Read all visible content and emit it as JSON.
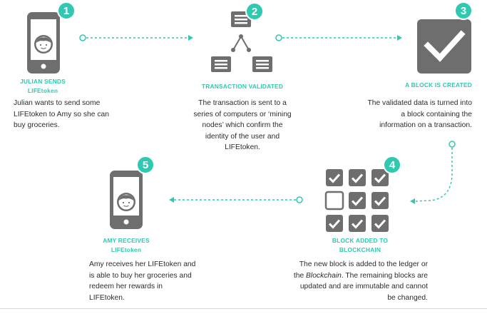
{
  "steps": [
    {
      "number": "1",
      "title": [
        "JULIAN SENDS",
        "LIFEtoken"
      ],
      "description": [
        "Julian wants to send some",
        "LIFEtoken to Amy so she can",
        "buy groceries."
      ]
    },
    {
      "number": "2",
      "title": [
        "TRANSACTION VALIDATED"
      ],
      "description": [
        "The transaction is sent to a",
        "series of computers or ‘mining",
        "nodes’ which confirm the",
        "identity of the user and",
        "LIFEtoken."
      ]
    },
    {
      "number": "3",
      "title": [
        "A BLOCK IS CREATED"
      ],
      "description": [
        "The validated data is turned into",
        "a block containing the",
        "information on a transaction."
      ]
    },
    {
      "number": "4",
      "title": [
        "BLOCK ADDED TO",
        "BLOCKCHAIN"
      ],
      "description": [
        "The new block is added to the ledger or",
        "the ",
        "Blockchain",
        ". The remaining blocks are",
        "updated and are immutable and cannot",
        "be changed."
      ]
    },
    {
      "number": "5",
      "title": [
        "AMY RECEIVES",
        "LIFEtoken"
      ],
      "description": [
        "Amy receives her LIFEtoken and",
        "is able to buy her groceries and",
        "redeem her rewards in",
        "LIFEtoken."
      ]
    }
  ],
  "colors": {
    "accent": "#2ec9b0",
    "icon_gray": "#6e6e6e",
    "text": "#2b2b2b"
  },
  "icons": [
    "phone-person-icon",
    "network-nodes-icon",
    "checkmark-block-icon",
    "block-grid-icon",
    "phone-person-icon"
  ]
}
